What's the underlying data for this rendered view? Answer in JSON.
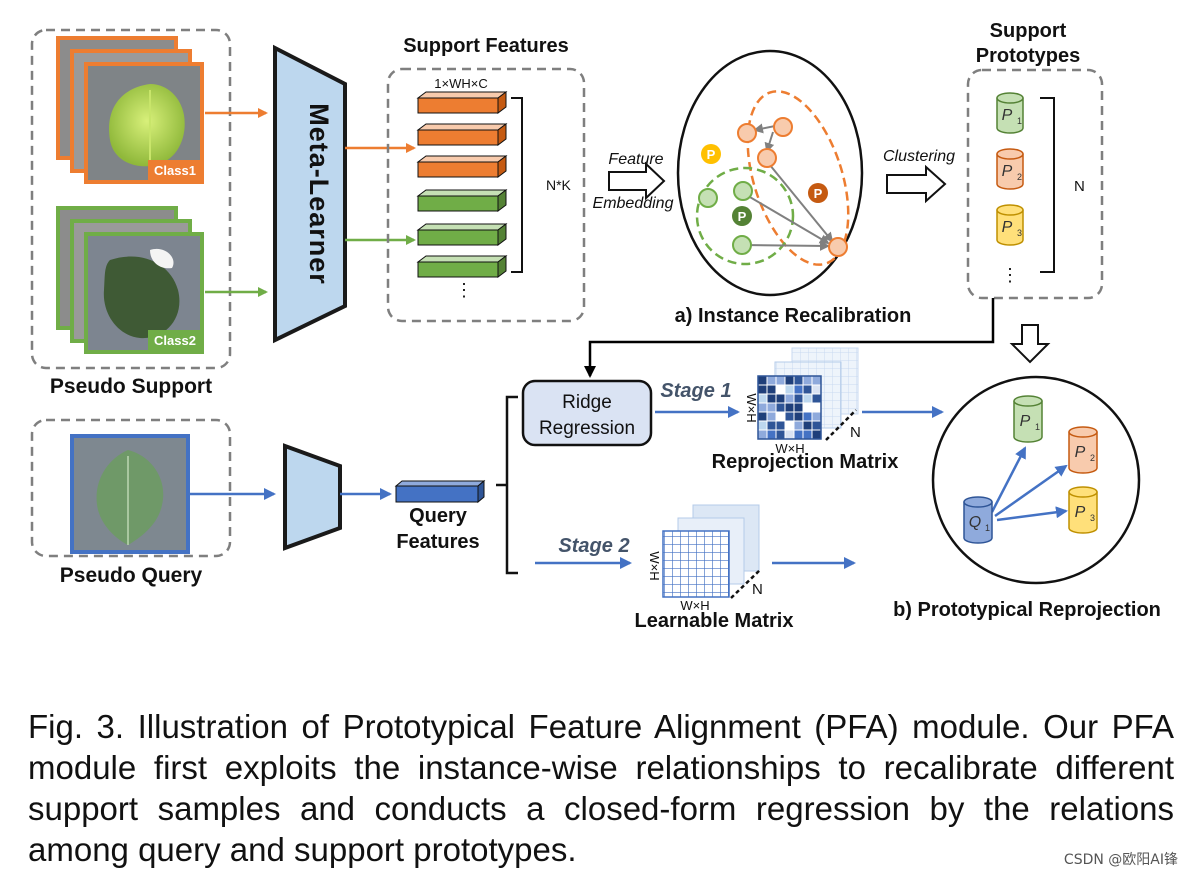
{
  "labels": {
    "pseudo_support": "Pseudo Support",
    "pseudo_query": "Pseudo Query",
    "meta_learner": "Meta-Learner",
    "support_features": "Support Features",
    "feature_dim": "1×WH×C",
    "nk": "N*K",
    "feature": "Feature",
    "embedding": "Embedding",
    "clustering": "Clustering",
    "support_prototypes_1": "Support",
    "support_prototypes_2": "Prototypes",
    "n": "N",
    "instance_recalibration": "a) Instance Recalibration",
    "ridge_regression_1": "Ridge",
    "ridge_regression_2": "Regression",
    "stage1": "Stage 1",
    "stage2": "Stage 2",
    "wxh_v": "W×H",
    "wxh": "W×H",
    "matrix_n": "N",
    "reprojection_matrix": "Reprojection Matrix",
    "learnable_matrix": "Learnable Matrix",
    "query_features_1": "Query",
    "query_features_2": "Features",
    "prototypical_reprojection": "b) Prototypical Reprojection",
    "class1": "Class1",
    "class2": "Class2",
    "p_badge": "P",
    "proto_p": "P",
    "proto_q": "Q",
    "sub1": "1",
    "sub2": "2",
    "sub3": "3",
    "dots": "⋮"
  },
  "caption": "Fig. 3. Illustration of Prototypical Feature Alignment (PFA) module. Our PFA module first exploits the instance-wise relationships to recalibrate different support samples and conducts a closed-form regression by the relations among query and support prototypes.",
  "watermark": "CSDN @欧阳AI锋",
  "colors": {
    "orange": "#ed7d31",
    "green": "#70ad47",
    "blue": "#4472c4",
    "light_blue": "#c5dcf0",
    "yellow": "#ffe07a",
    "dashed_gray": "#7f7f7f"
  }
}
